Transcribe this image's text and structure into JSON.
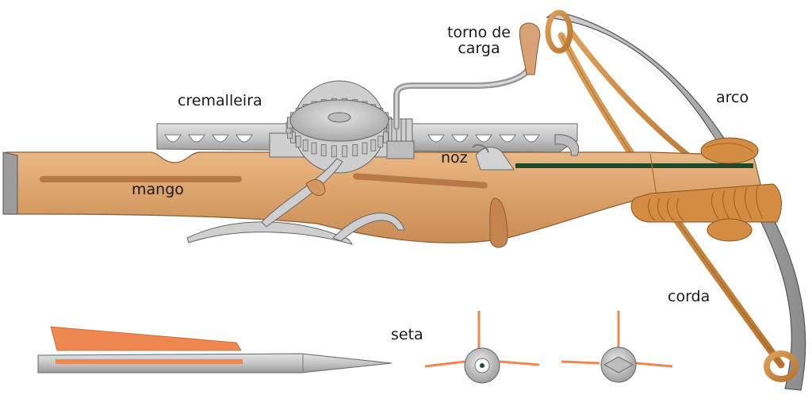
{
  "labels": {
    "torno_de_carga": "torno de carga",
    "cremalleira": "cremalleira",
    "arco": "arco",
    "noz": "noz",
    "mango": "mango",
    "corda": "corda",
    "seta": "seta"
  },
  "colors": {
    "wood": "#d9a06a",
    "wood_dark": "#b87a46",
    "metal": "#c4c4c4",
    "metal_dark": "#7c7c7c",
    "cord": "#c8843a",
    "fletching": "#ee8750",
    "groove": "#1f4a2a"
  }
}
